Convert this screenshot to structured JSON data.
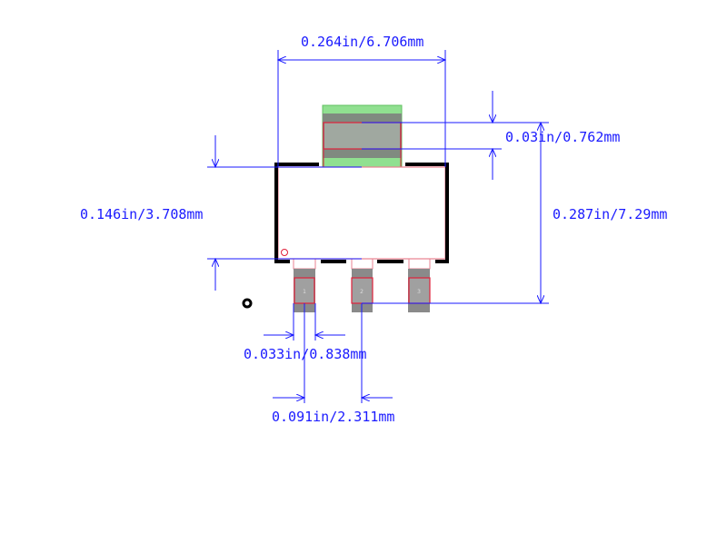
{
  "dimensions": {
    "width": "0.264in/6.706mm",
    "tab_length": "0.03in/0.762mm",
    "body_height": "0.146in/3.708mm",
    "overall_height": "0.287in/7.29mm",
    "pin_width": "0.033in/0.838mm",
    "pin_pitch": "0.091in/2.311mm"
  },
  "pins": [
    "1",
    "2",
    "3"
  ],
  "colors": {
    "dimension": "#1a1aff",
    "courtyard": "#e0203a",
    "silkscreen": "#000000",
    "tab_mask": "#90e090",
    "pad": "#8a8a8a"
  }
}
